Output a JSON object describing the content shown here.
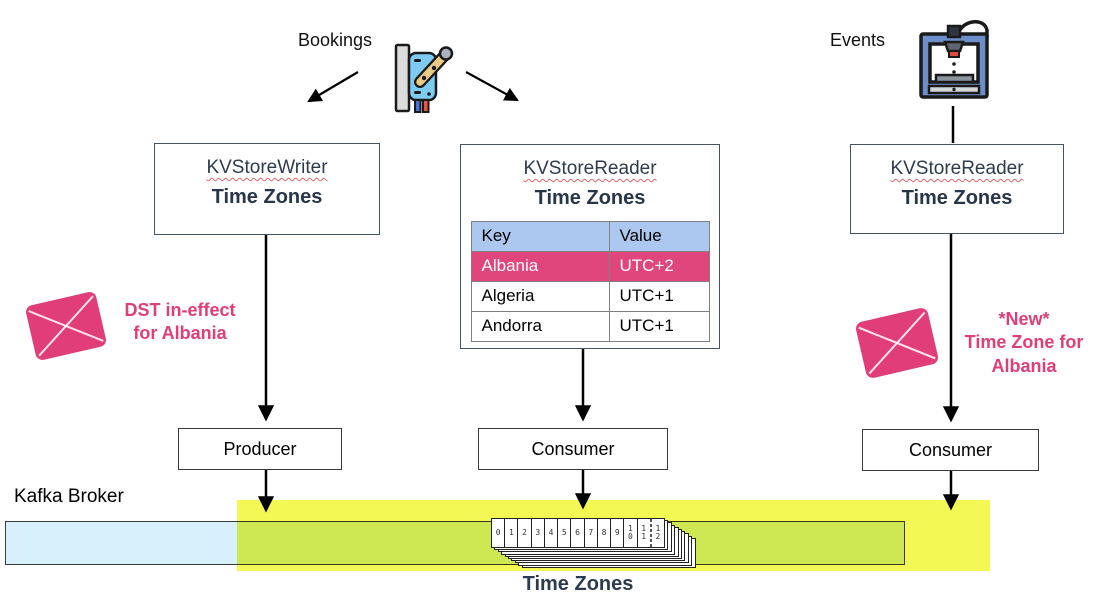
{
  "colors": {
    "pink": "#e13d78",
    "heading_navy": "#2e3b4e",
    "table_header_blue": "#adc8f0",
    "broker_blue": "#d8effc",
    "highlight_yellow": "#f3f854",
    "squiggle_red": "#e06666"
  },
  "sources": {
    "bookings": {
      "label": "Bookings",
      "icon": "booking-lever-icon"
    },
    "events": {
      "label": "Events",
      "icon": "printer-icon"
    }
  },
  "stores": {
    "writer": {
      "title": "KVStoreWriter",
      "subtitle": "Time Zones"
    },
    "reader_mid": {
      "title": "KVStoreReader",
      "subtitle": "Time Zones",
      "table": {
        "headers": [
          "Key",
          "Value"
        ],
        "rows": [
          {
            "key": "Albania",
            "value": "UTC+2",
            "highlighted": true
          },
          {
            "key": "Algeria",
            "value": "UTC+1",
            "highlighted": false
          },
          {
            "key": "Andorra",
            "value": "UTC+1",
            "highlighted": false
          }
        ]
      }
    },
    "reader_right": {
      "title": "KVStoreReader",
      "subtitle": "Time Zones"
    }
  },
  "messages": {
    "left": {
      "icon": "envelope-icon",
      "lines": [
        "DST in-effect",
        "for Albania"
      ]
    },
    "right": {
      "icon": "envelope-icon",
      "lines": [
        "*New*",
        "Time Zone for",
        "Albania"
      ]
    }
  },
  "clients": {
    "producer": "Producer",
    "consumer_mid": "Consumer",
    "consumer_right": "Consumer"
  },
  "broker": {
    "label": "Kafka Broker",
    "topic": {
      "name": "Time Zones",
      "partitions": [
        "0",
        "1",
        "2",
        "3",
        "4",
        "5",
        "6",
        "7",
        "8",
        "9",
        "10",
        "11",
        "12"
      ]
    }
  }
}
